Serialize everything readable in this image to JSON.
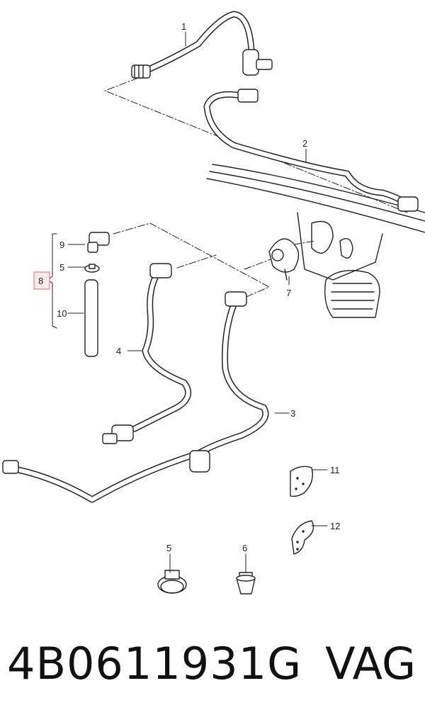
{
  "diagram": {
    "callouts": {
      "c1": "1",
      "c2": "2",
      "c3": "3",
      "c4": "4",
      "c5a": "5",
      "c5b": "5",
      "c6": "6",
      "c7": "7",
      "c8": "8",
      "c9": "9",
      "c10": "10",
      "c11": "11",
      "c12": "12"
    },
    "colors": {
      "line": "#222222",
      "highlight_box": "#d9828a",
      "highlight_fill": "#fbeaec"
    }
  },
  "footer": {
    "part_number": "4B0611931G",
    "brand": "VAG"
  }
}
